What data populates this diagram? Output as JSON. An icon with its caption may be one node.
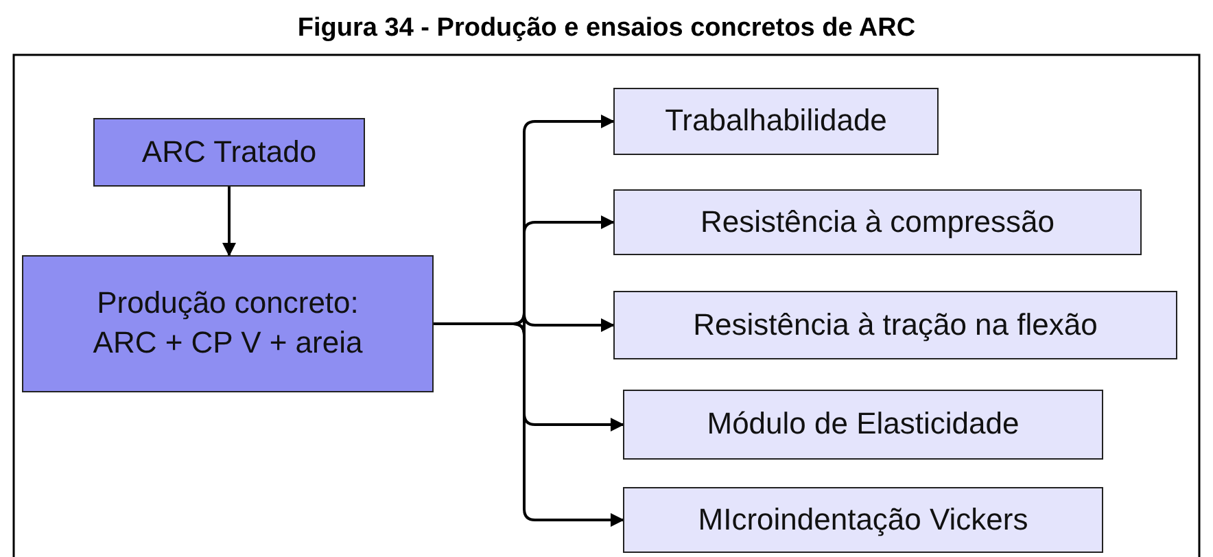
{
  "diagram": {
    "title": "Figura 34 - Produção e ensaios concretos de ARC",
    "nodes": [
      {
        "text": [
          "ARC Tratado"
        ]
      },
      {
        "text": [
          "Produção concreto: ARC + CP V + areia"
        ]
      },
      {
        "text": [
          "Trabalhabilidade"
        ]
      },
      {
        "text": [
          "Resistência à compressão"
        ]
      },
      {
        "text": [
          "Resistência à tração na flexão"
        ]
      },
      {
        "text": [
          "Módulo de Elasticidade"
        ]
      },
      {
        "text": [
          "MIcroindentação Vickers"
        ]
      }
    ],
    "edges": [
      {
        "from": 0,
        "to": 1,
        "arrow": "to"
      },
      {
        "from": 1,
        "to": 2,
        "arrow": "to"
      },
      {
        "from": 1,
        "to": 3,
        "arrow": "to"
      },
      {
        "from": 1,
        "to": 4,
        "arrow": "to"
      },
      {
        "from": 1,
        "to": 5,
        "arrow": "to"
      },
      {
        "from": 1,
        "to": 6,
        "arrow": "to"
      }
    ]
  }
}
